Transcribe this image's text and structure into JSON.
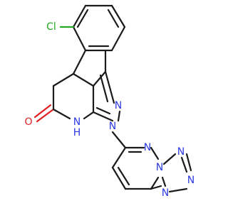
{
  "atoms": {
    "chlorine": {
      "text": "Cl",
      "color": "#22a822"
    },
    "oxygen": {
      "text": "O",
      "color": "#e02020"
    },
    "nh_n": {
      "text": "N",
      "color": "#2e3be0"
    },
    "nh_h": {
      "text": "H",
      "color": "#2e3be0"
    },
    "n_pyrazole_2": {
      "text": "N",
      "color": "#2e3be0"
    },
    "n_pyrazole_1": {
      "text": "N",
      "color": "#2e3be0"
    },
    "n_pyridazine_a": {
      "text": "N",
      "color": "#2e3be0"
    },
    "n_pyridazine_b": {
      "text": "N",
      "color": "#2e3be0"
    },
    "n_triazole_top": {
      "text": "N",
      "color": "#2e3be0"
    },
    "n_triazole_bot1": {
      "text": "N",
      "color": "#2e3be0"
    },
    "n_triazole_bot2": {
      "text": "N",
      "color": "#2e3be0"
    }
  }
}
